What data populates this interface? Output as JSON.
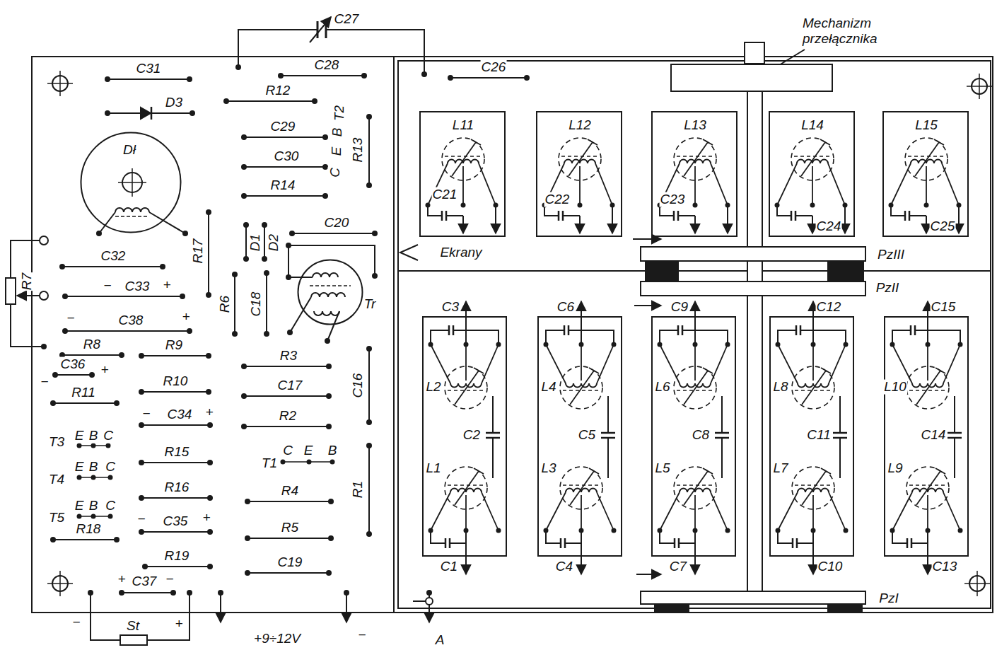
{
  "diagram": {
    "nodes": [
      {
        "text": [
          "Dł"
        ]
      },
      {
        "text": [
          "Tr"
        ]
      },
      {
        "text": [
          "Mechanizm przełącznika"
        ]
      },
      {
        "text": [
          "L11",
          "C21"
        ]
      },
      {
        "text": [
          "L12",
          "C22"
        ]
      },
      {
        "text": [
          "L13",
          "C23"
        ]
      },
      {
        "text": [
          "L14",
          "C24"
        ]
      },
      {
        "text": [
          "L15",
          "C25"
        ]
      },
      {
        "text": [
          "PzIII"
        ]
      },
      {
        "text": [
          "PzII"
        ]
      },
      {
        "text": [
          "C3",
          "L2",
          "C2",
          "L1",
          "C1"
        ]
      },
      {
        "text": [
          "C6",
          "L4",
          "C5",
          "L3",
          "C4"
        ]
      },
      {
        "text": [
          "C9",
          "L6",
          "C8",
          "L5",
          "C7"
        ]
      },
      {
        "text": [
          "C12",
          "L8",
          "C11",
          "L7",
          "C10"
        ]
      },
      {
        "text": [
          "C15",
          "L10",
          "C14",
          "L9",
          "C13"
        ]
      },
      {
        "text": [
          "PzI"
        ]
      }
    ],
    "edges": [
      {
        "from": 2,
        "to": 8,
        "arrow": "none"
      },
      {
        "from": 8,
        "to": 9,
        "arrow": "none"
      },
      {
        "from": 9,
        "to": 15,
        "arrow": "none"
      }
    ],
    "labels": [
      "C27",
      "C31",
      "C28",
      "C26",
      "D3",
      "R12",
      "C29",
      "C",
      "E",
      "B",
      "T2",
      "R13",
      "C30",
      "R14",
      "R17",
      "C20",
      "D1",
      "D2",
      "C32",
      "R7",
      "−",
      "C33",
      "+",
      "Ekrany",
      "R6",
      "C18",
      "−",
      "C38",
      "+",
      "R8",
      "R9",
      "C36",
      "+",
      "−",
      "R3",
      "C17",
      "C16",
      "R11",
      "R10",
      "−",
      "C34",
      "+",
      "R2",
      "T3",
      "E",
      "B",
      "C",
      "R15",
      "T1",
      "C",
      "E",
      "B",
      "R1",
      "T4",
      "E",
      "B",
      "C",
      "R16",
      "R4",
      "T5",
      "E",
      "B",
      "C",
      "R18",
      "−",
      "C35",
      "+",
      "R5",
      "R19",
      "C19",
      "+",
      "C37",
      "−",
      "−",
      "St",
      "+",
      "+9÷12V",
      "−",
      "A"
    ]
  }
}
